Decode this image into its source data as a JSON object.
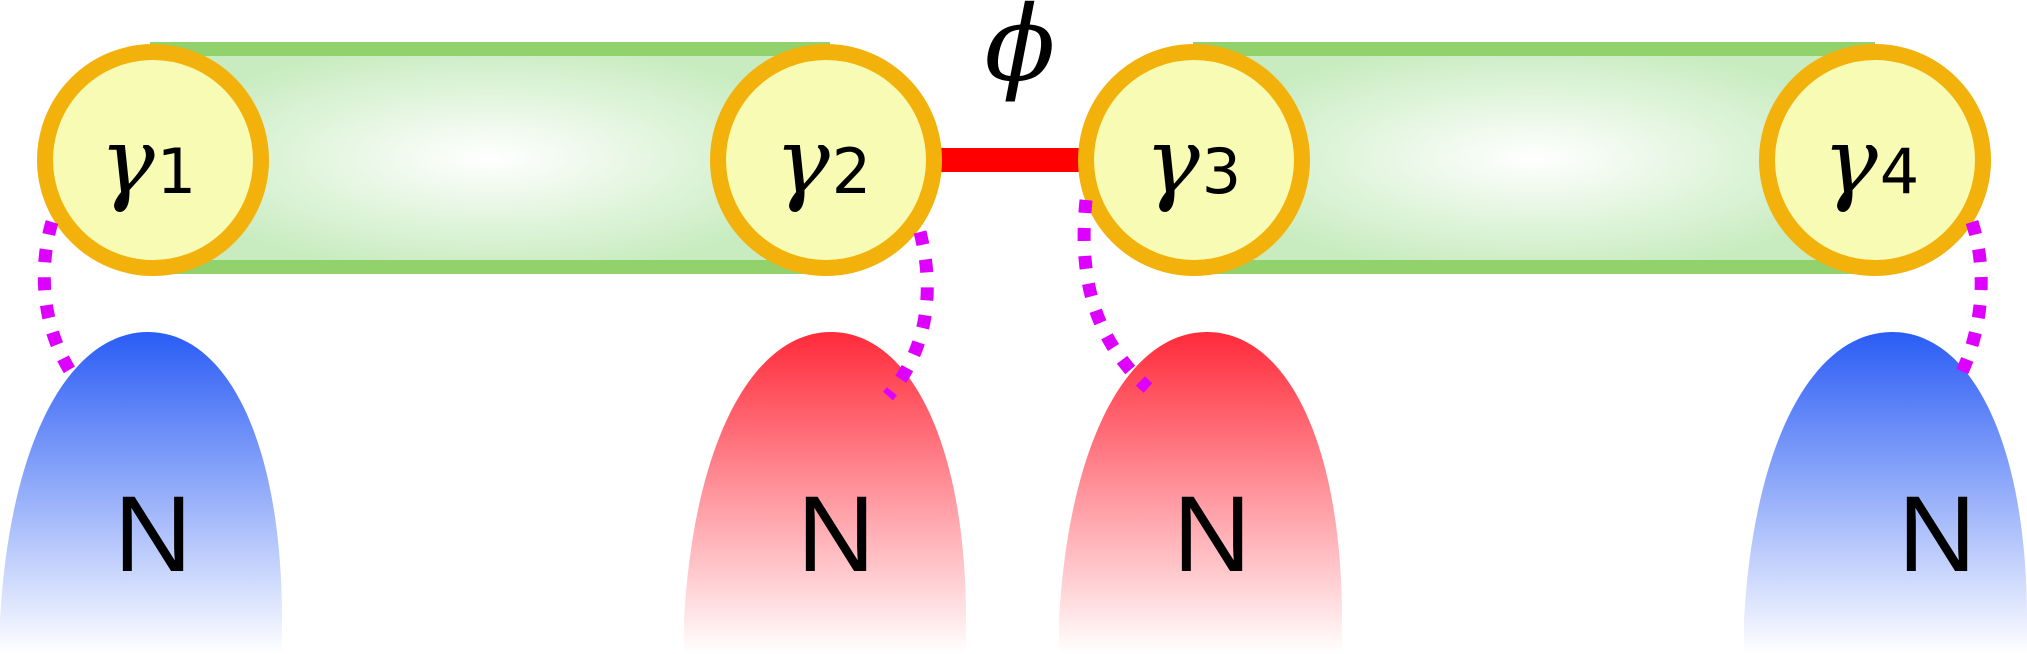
{
  "phase_label": "ϕ",
  "majoranas": [
    {
      "symbol": "γ",
      "index": "1"
    },
    {
      "symbol": "γ",
      "index": "2"
    },
    {
      "symbol": "γ",
      "index": "3"
    },
    {
      "symbol": "γ",
      "index": "4"
    }
  ],
  "normal_leads": [
    {
      "label": "N",
      "color": "blue"
    },
    {
      "label": "N",
      "color": "red"
    },
    {
      "label": "N",
      "color": "red"
    },
    {
      "label": "N",
      "color": "blue"
    }
  ],
  "colors": {
    "wire_edge": "#92d26c",
    "wire_fill": "#c8ecc0",
    "majorana_fill": "#f7fbb3",
    "majorana_ring": "#f2b10b",
    "junction": "#ff0000",
    "coupling": "#dd00ff",
    "lead_blue": "#2a5cf5",
    "lead_red": "#ff2a3a"
  }
}
